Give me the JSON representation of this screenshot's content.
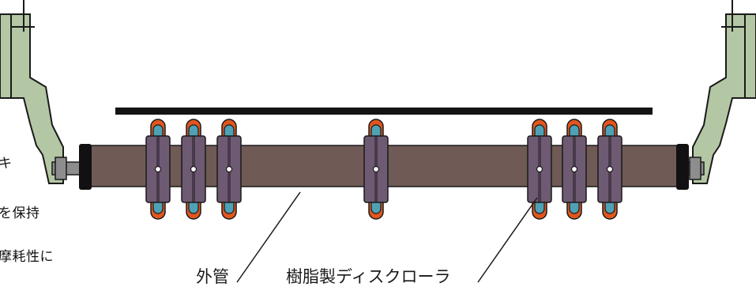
{
  "colors": {
    "bracket": "#b4c7a5",
    "bracket_stroke": "#1a1a1a",
    "tube": "#6f5a55",
    "tube_end": "#111111",
    "shaft": "#8d8d8d",
    "disc_hub": "#6e5a72",
    "disc_rim_outer": "#e0561f",
    "disc_rim_inner": "#4fa1b5",
    "plate": "#141414",
    "background": "#ffffff"
  },
  "side_text": {
    "line1": "キ",
    "line2": "を保持",
    "line3": "摩耗性に"
  },
  "labels": {
    "outer_tube": "外管",
    "resin_disc_roller": "樹脂製ディスクローラ"
  }
}
